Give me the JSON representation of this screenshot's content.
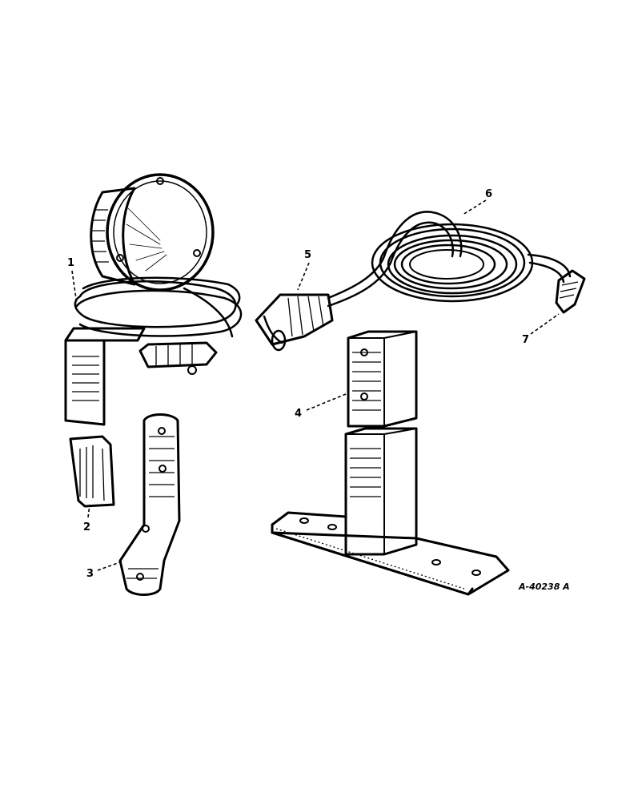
{
  "callouts": {
    "c1": "1",
    "c2": "2",
    "c3": "3",
    "c4": "4",
    "c5": "5",
    "c6": "6",
    "c7": "7"
  },
  "figure_id": "A-40238 A",
  "colors": {
    "ink": "#000000",
    "paper": "#ffffff"
  }
}
